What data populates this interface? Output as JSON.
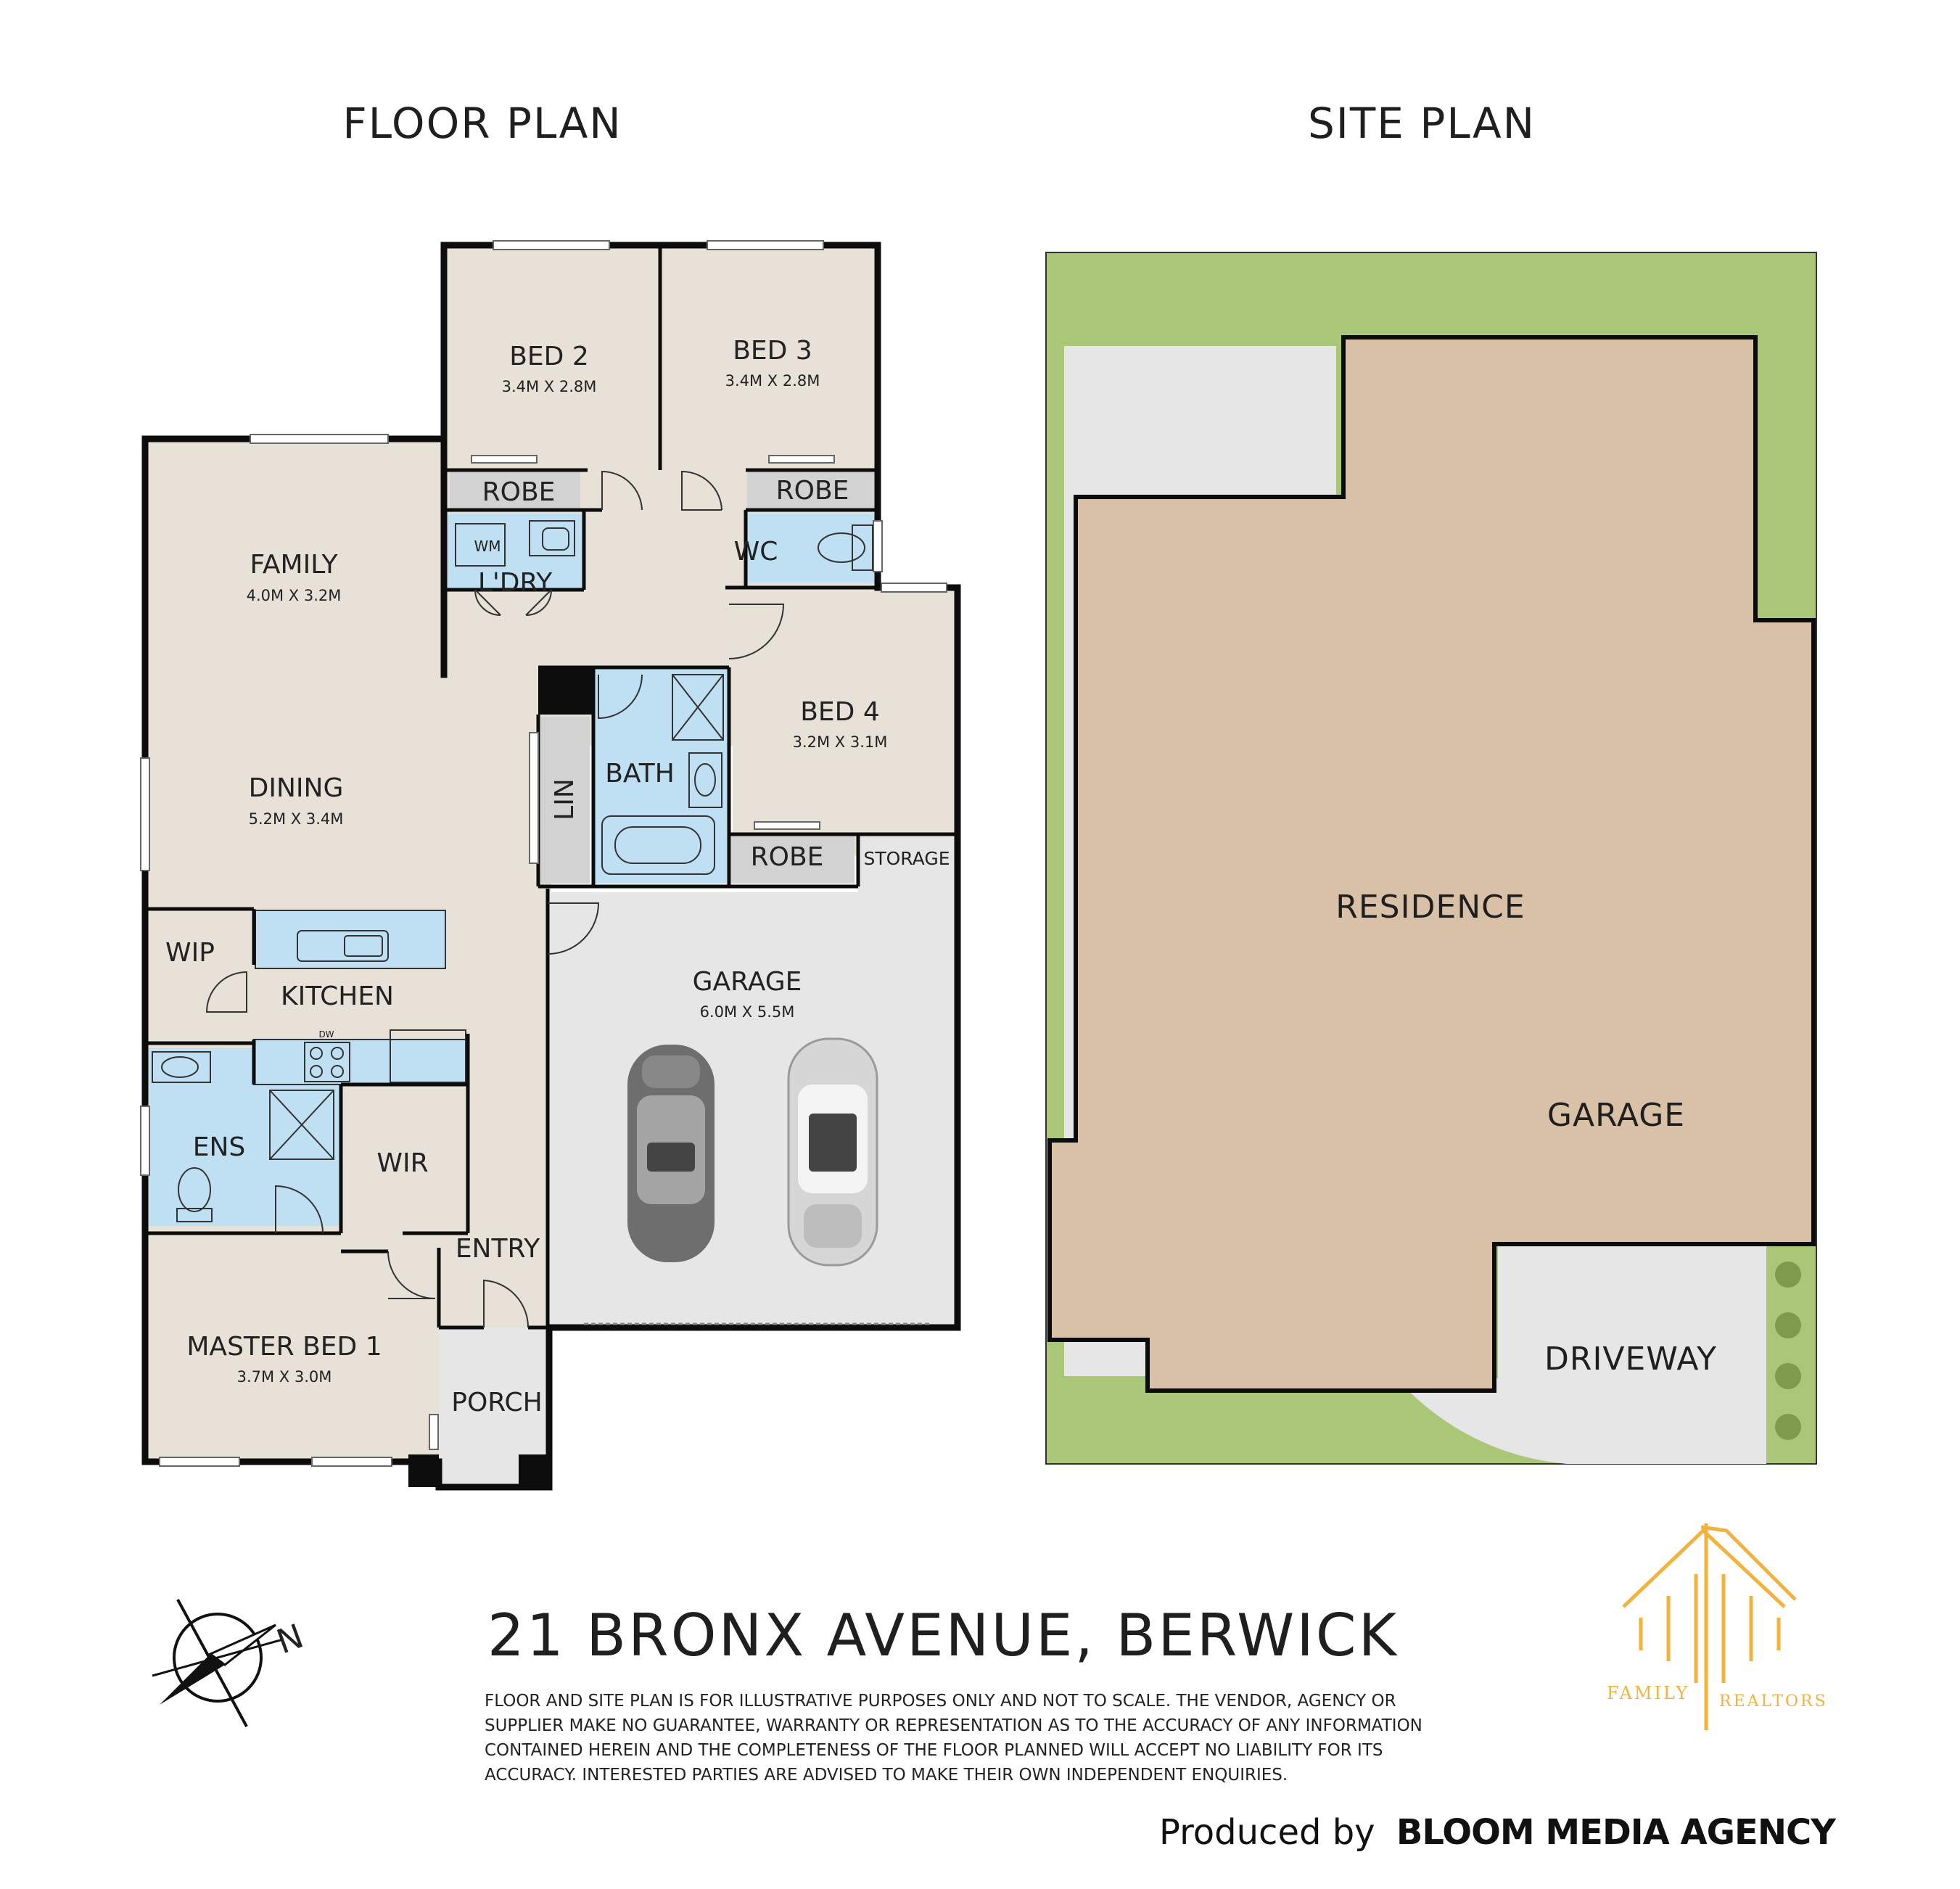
{
  "headings": {
    "floor_plan": "FLOOR PLAN",
    "site_plan": "SITE PLAN"
  },
  "floor_rooms": {
    "bed2": {
      "name": "BED 2",
      "dims": "3.4M X 2.8M"
    },
    "bed3": {
      "name": "BED 3",
      "dims": "3.4M X 2.8M"
    },
    "robe_bed2": "ROBE",
    "robe_bed3": "ROBE",
    "wm": "WM",
    "laundry": "L'DRY",
    "wc": "WC",
    "family": {
      "name": "FAMILY",
      "dims": "4.0M X 3.2M"
    },
    "dining": {
      "name": "DINING",
      "dims": "5.2M X 3.4M"
    },
    "bed4": {
      "name": "BED 4",
      "dims": "3.2M X 3.1M"
    },
    "bath": "BATH",
    "linen": "LIN",
    "robe_bed4": "ROBE",
    "storage": "STORAGE",
    "wip": "WIP",
    "kitchen": "KITCHEN",
    "dw": "DW",
    "garage": {
      "name": "GARAGE",
      "dims": "6.0M X 5.5M"
    },
    "ens": "ENS",
    "wir": "WIR",
    "entry": "ENTRY",
    "master": {
      "name": "MASTER BED 1",
      "dims": "3.7M X 3.0M"
    },
    "porch": "PORCH"
  },
  "site": {
    "residence": "RESIDENCE",
    "garage": "GARAGE",
    "driveway": "DRIVEWAY"
  },
  "compass": {
    "north": "N"
  },
  "address": "21 BRONX AVENUE, BERWICK",
  "disclaimer": [
    "FLOOR AND SITE PLAN IS FOR ILLUSTRATIVE PURPOSES ONLY AND NOT TO SCALE. THE VENDOR, AGENCY OR",
    "SUPPLIER MAKE NO GUARANTEE, WARRANTY OR REPRESENTATION AS TO THE ACCURACY OF ANY INFORMATION",
    "CONTAINED HEREIN AND THE COMPLETENESS OF THE FLOOR PLANNED WILL ACCEPT NO LIABILITY FOR ITS",
    "ACCURACY. INTERESTED PARTIES ARE ADVISED TO MAKE THEIR OWN INDEPENDENT ENQUIRIES."
  ],
  "logo": {
    "word1": "FAMILY",
    "word2": "REALTORS"
  },
  "credit": {
    "prefix": "Produced by",
    "agency": "BLOOM MEDIA AGENCY"
  },
  "colors": {
    "room": "#e7e1d8",
    "wet": "#bfe0f2",
    "robe": "#d2d2d2",
    "garage_floor": "#e6e6e6",
    "lawn": "#a9c777",
    "residence": "#d9c1a8",
    "paving": "#e6e6e6",
    "logo": "#f2b33d"
  }
}
